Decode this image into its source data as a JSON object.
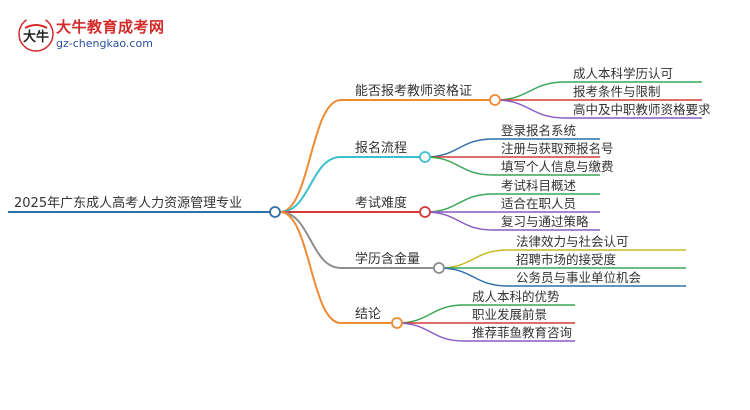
{
  "brand": {
    "name": "大牛教育成考网",
    "domain": "gz-chengkao.com",
    "mark": "大牛"
  },
  "colors": {
    "root": "#2e6fa8",
    "branch_1": "#f08a33",
    "branch_2": "#3cc0d0",
    "branch_3": "#d63a3a",
    "branch_4": "#8d8d8d",
    "branch_5": "#f08a33",
    "leaf_a": "#8a5cc2",
    "leaf_b": "#d63a3a",
    "leaf_c": "#8a5cc2",
    "leaf_green": "#3aa655",
    "leaf_blue": "#2e6fa8",
    "leaf_yellow": "#c8b820",
    "text": "#333333"
  },
  "mindmap": {
    "root": "2025年广东成人高考人力资源管理专业",
    "branches": [
      {
        "label": "能否报考教师资格证",
        "leaves": [
          "成人本科学历认可",
          "报考条件与限制",
          "高中及中职教师资格要求"
        ]
      },
      {
        "label": "报名流程",
        "leaves": [
          "登录报名系统",
          "注册与获取预报名号",
          "填写个人信息与缴费"
        ]
      },
      {
        "label": "考试难度",
        "leaves": [
          "考试科目概述",
          "适合在职人员",
          "复习与通过策略"
        ]
      },
      {
        "label": "学历含金量",
        "leaves": [
          "法律效力与社会认可",
          "招聘市场的接受度",
          "公务员与事业单位机会"
        ]
      },
      {
        "label": "结论",
        "leaves": [
          "成人本科的优势",
          "职业发展前景",
          "推荐菲鱼教育咨询"
        ]
      }
    ]
  }
}
